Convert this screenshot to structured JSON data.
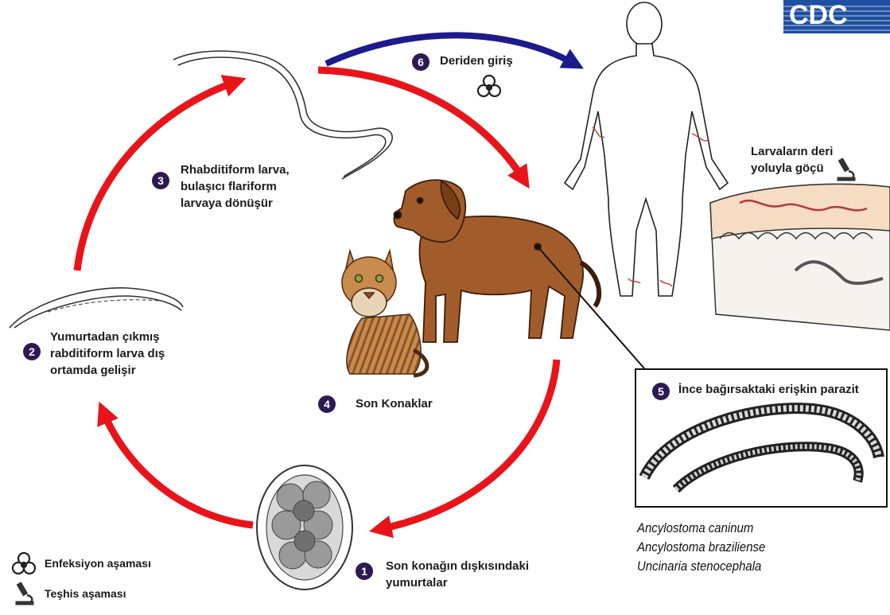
{
  "logo_text": "CDC",
  "steps": [
    {
      "number": "1",
      "lines": [
        "Son konağın dışkısındaki",
        "yumurtalar"
      ]
    },
    {
      "number": "2",
      "lines": [
        "Yumurtadan çıkmış",
        "rabditiform larva dış",
        "ortamda gelişir"
      ]
    },
    {
      "number": "3",
      "lines": [
        "Rhabditiform larva,",
        "bulaşıcı flariform",
        "larvaya dönüşür"
      ]
    },
    {
      "number": "4",
      "lines": [
        "Son Konaklar"
      ]
    },
    {
      "number": "5",
      "lines": [
        "İnce bağırsaktaki erişkin parazit"
      ]
    },
    {
      "number": "6",
      "lines": [
        "Deriden giriş"
      ]
    }
  ],
  "migration_label": [
    "Larvaların deri",
    "yoluyla göçü"
  ],
  "species": [
    "Ancylostoma caninum",
    "Ancylostoma braziliense",
    "Uncinaria stenocephala"
  ],
  "legend": {
    "infection": {
      "icon": "biohazard-icon",
      "label": "Enfeksiyon aşaması"
    },
    "diagnosis": {
      "icon": "microscope-icon",
      "label": "Teşhis aşaması"
    }
  },
  "colors": {
    "cycle_arrow": "#e8141a",
    "entry_arrow": "#1c1a8c",
    "step_badge": "#2e1a52",
    "logo_blue": "#1f4fa0"
  }
}
